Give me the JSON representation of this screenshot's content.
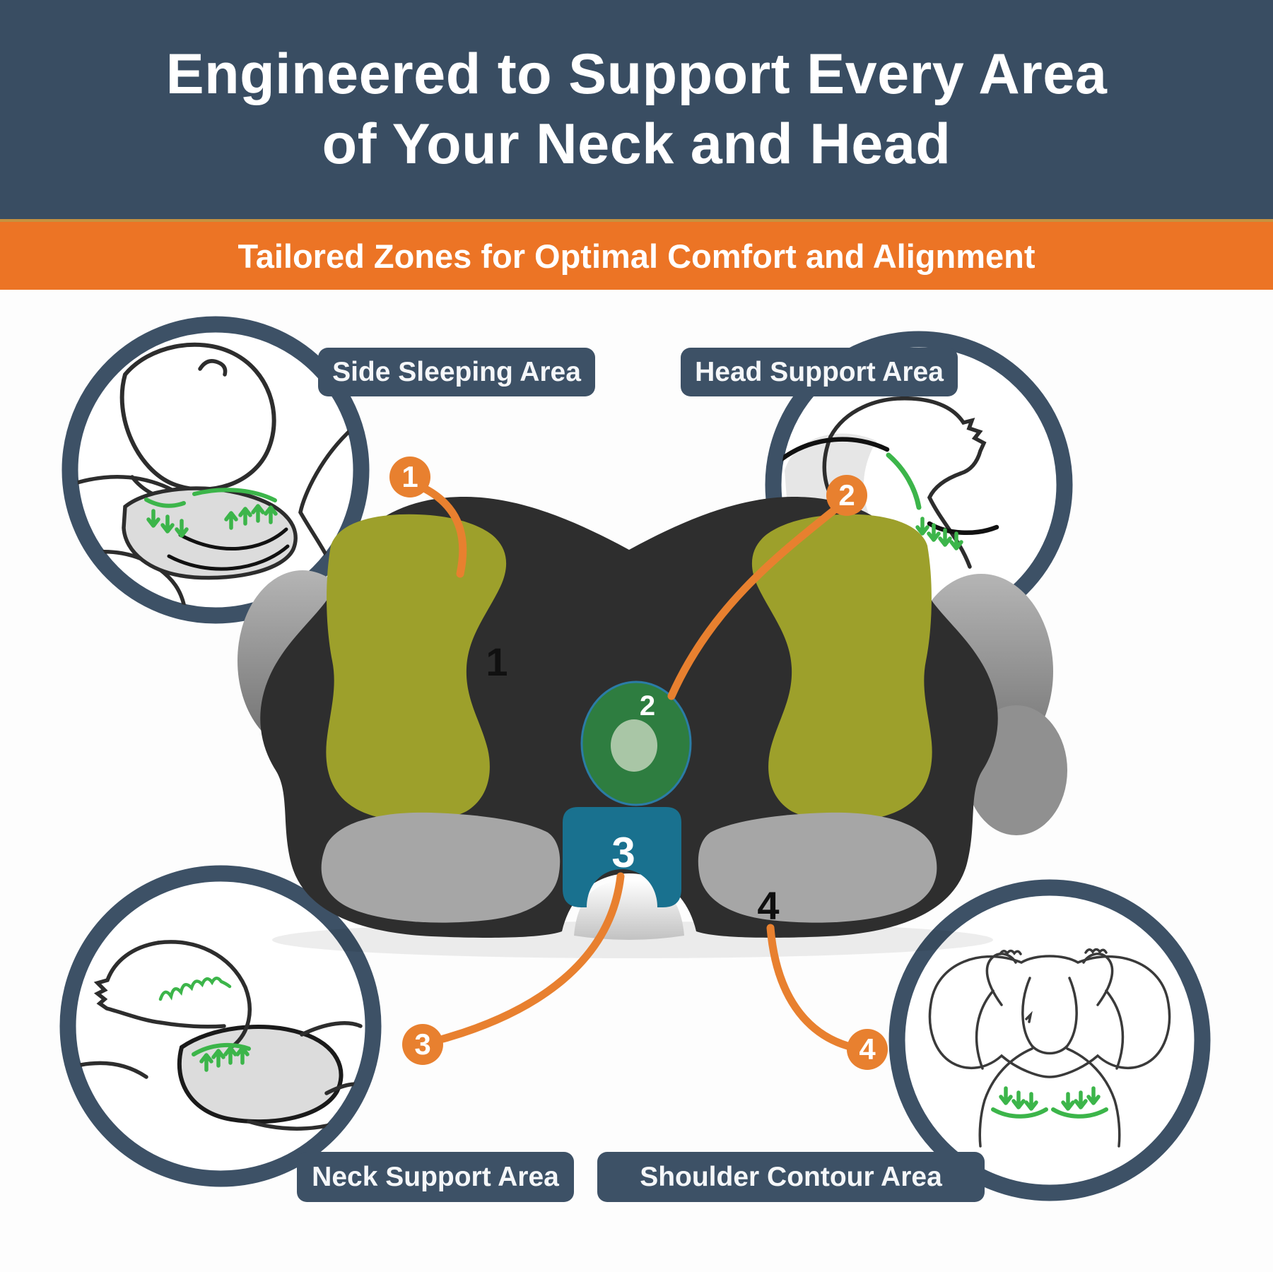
{
  "header": {
    "title_line1": "Engineered to Support Every Area",
    "title_line2": "of Your Neck and Head",
    "subtitle": "Tailored Zones for Optimal Comfort and Alignment"
  },
  "zones": [
    {
      "number": "1",
      "name": "Side Sleeping Area"
    },
    {
      "number": "2",
      "name": "Head Support Area"
    },
    {
      "number": "3",
      "name": "Neck Support Area"
    },
    {
      "number": "4",
      "name": "Shoulder Contour Area"
    }
  ],
  "colors": {
    "header_slate": "#394d62",
    "label_slate": "#3d5166",
    "band_orange": "#ec7425",
    "band_divider_gold": "#c6923f",
    "accent_orange": "#e8802f",
    "pillow_charcoal": "#2e2e2e",
    "zone_olive": "#9da02b",
    "zone_teal": "#19718f",
    "zone_green_dark": "#2e7d40",
    "zone_green_light": "#a9c6a6",
    "zone_gray": "#a6a6a6",
    "bolster_gray": "#8f8f8f",
    "lineart_green": "#3cb54a",
    "lineart_dark": "#2d2d2d"
  }
}
